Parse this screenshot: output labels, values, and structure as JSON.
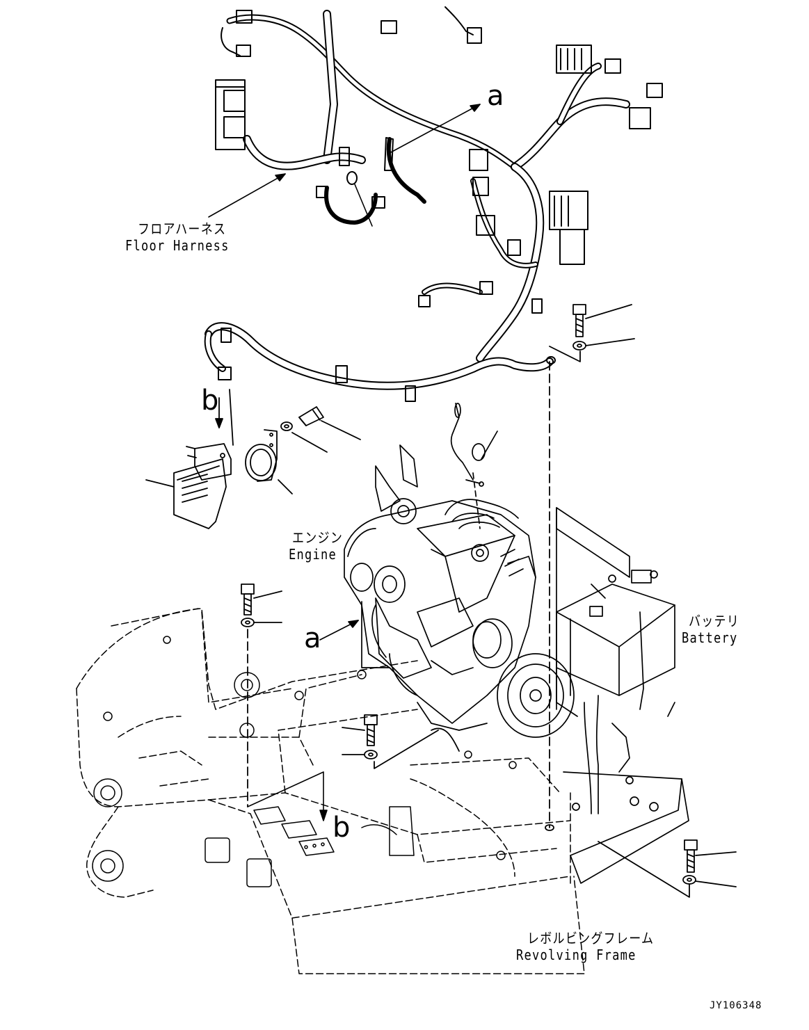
{
  "labels": {
    "floor_harness_jp": "フロアハーネス",
    "floor_harness_en": "Floor Harness",
    "engine_jp": "エンジン",
    "engine_en": "Engine",
    "battery_jp": "バッテリ",
    "battery_en": "Battery",
    "revolving_frame_jp": "レボルビングフレーム",
    "revolving_frame_en": "Revolving Frame"
  },
  "reference_letters": {
    "a_top": "a",
    "a_engine": "a",
    "b_cover": "b",
    "b_frame": "b"
  },
  "drawing_code": "JY106348",
  "colors": {
    "line": "#000000",
    "background": "#ffffff"
  }
}
